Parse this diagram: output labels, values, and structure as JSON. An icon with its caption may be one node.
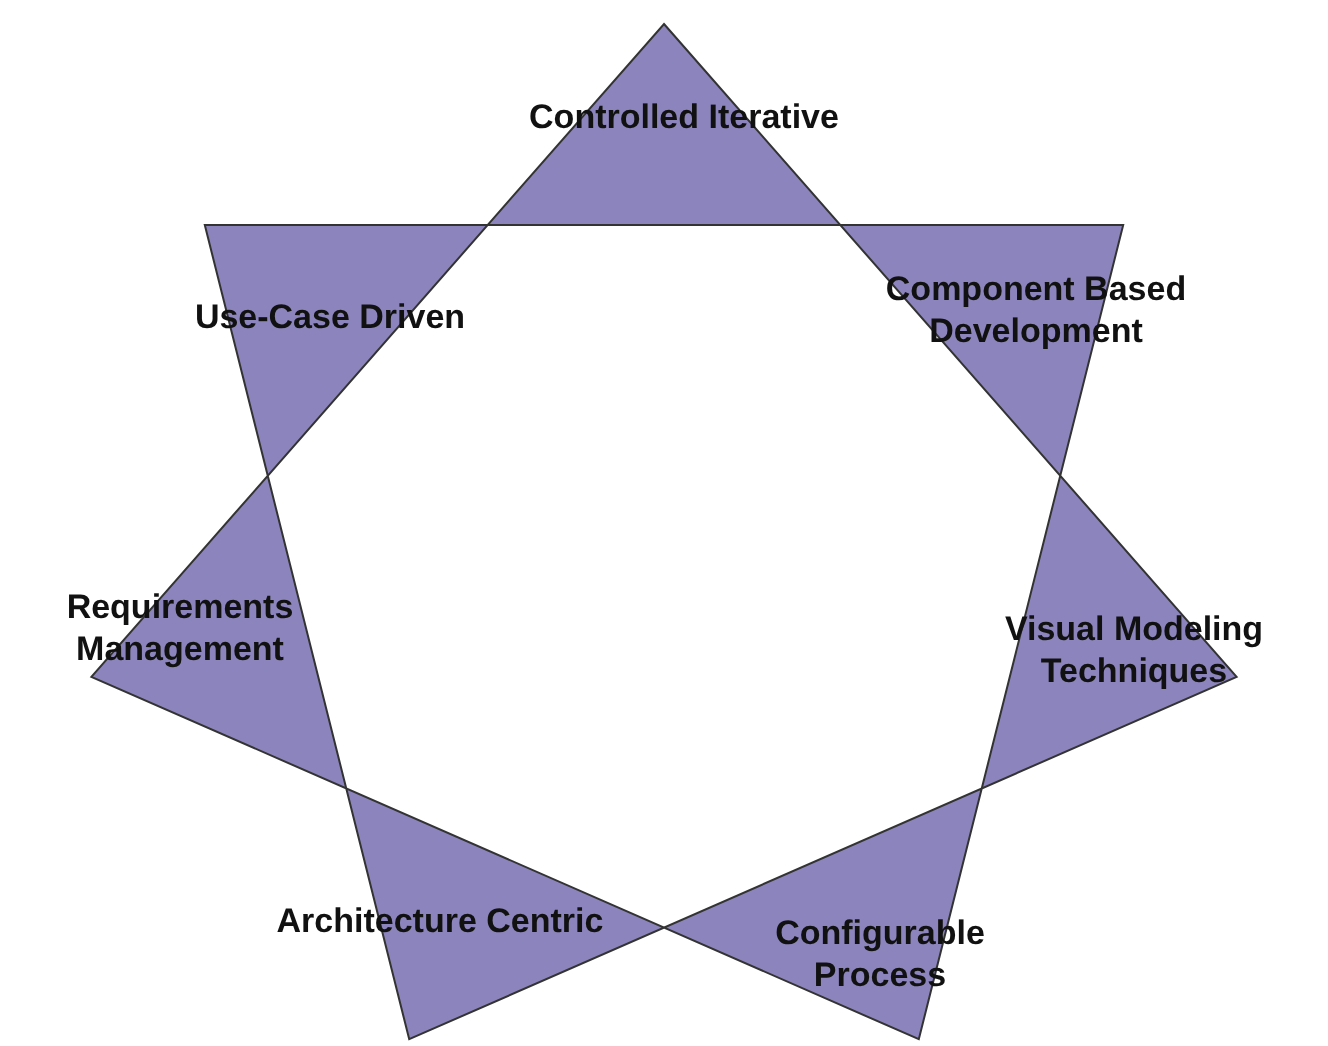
{
  "diagram": {
    "labels": [
      "Controlled Iterative",
      "Use-Case Driven",
      "Component Based Development",
      "Requirements Management",
      "Visual Modeling Techniques",
      "Architecture Centric",
      "Configurable Process"
    ]
  }
}
